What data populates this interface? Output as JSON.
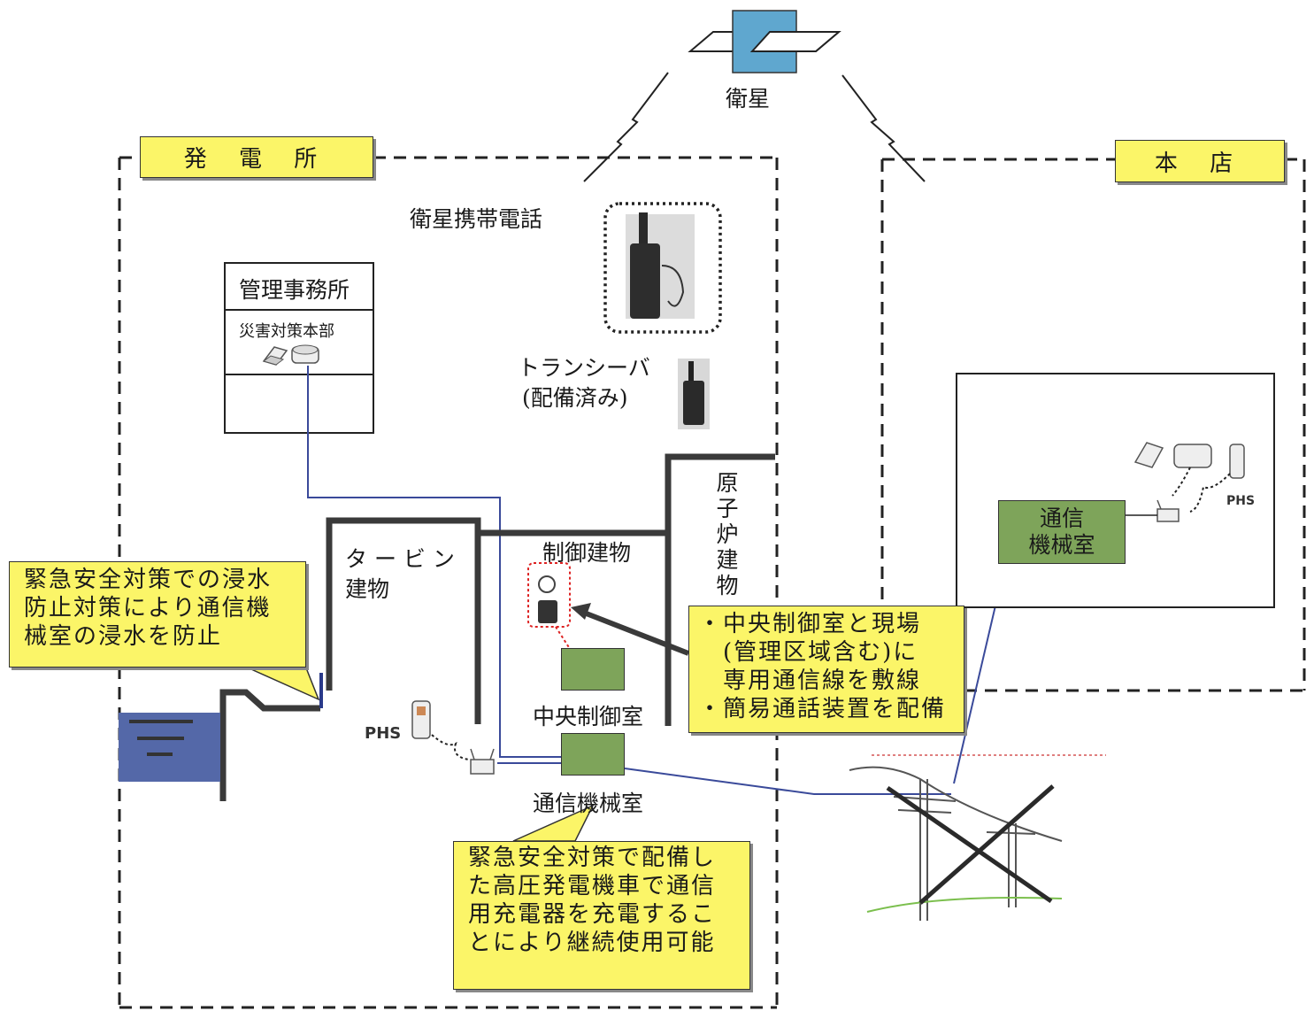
{
  "satellite": {
    "label": "衛星"
  },
  "power_plant": {
    "label": "発 電 所"
  },
  "head_office": {
    "label": "本 店"
  },
  "sat_phone": {
    "label": "衛星携帯電話"
  },
  "mgmt_office": {
    "title": "管理事務所",
    "hq": "災害対策本部"
  },
  "transceiver": {
    "line1": "トランシーバ",
    "line2": "(配備済み)"
  },
  "turbine": {
    "line1": "タ ー ビ ン",
    "line2": "建物"
  },
  "control_bldg": {
    "label": "制御建物"
  },
  "reactor": {
    "label": "原子炉建物"
  },
  "central_control": {
    "label": "中央制御室"
  },
  "comm_room": {
    "label": "通信機械室"
  },
  "ho_comm_room": {
    "label": "通信\n機械室"
  },
  "phs": {
    "plant": "PHS",
    "office": "PHS"
  },
  "callouts": {
    "flood": "緊急安全対策での浸水\n防止対策により通信機\n械室の浸水を防止",
    "line": "・中央制御室と現場\n　(管理区域含む)に\n　専用通信線を敷線\n・簡易通話装置を配備",
    "charge": "緊急安全対策で配備し\nた高圧発電機車で通信\n用充電器を充電するこ\nとにより継続使用可能"
  },
  "colors": {
    "callout_fill": "#fbf568",
    "room_fill": "#7ea45a",
    "water": "#5468a8",
    "wire": "#3a4a9a"
  }
}
